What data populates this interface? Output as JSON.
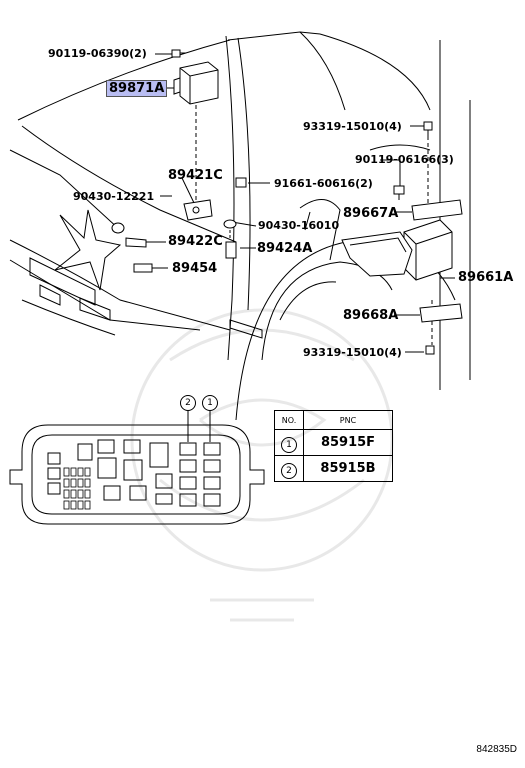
{
  "labels": {
    "p90119_06390": "90119-06390(2)",
    "p89871A": "89871A",
    "p93319_15010_top": "93319-15010(4)",
    "p90119_06166": "90119-06166(3)",
    "p89421C": "89421C",
    "p91661_60616": "91661-60616(2)",
    "p90430_12221": "90430-12221",
    "p89667A": "89667A",
    "p90430_16010": "90430-16010",
    "p89422C": "89422C",
    "p89424A": "89424A",
    "p89454": "89454",
    "p89661A": "89661A",
    "p89668A": "89668A",
    "p93319_15010_bottom": "93319-15010(4)"
  },
  "callouts": {
    "two": "2",
    "one": "1"
  },
  "table": {
    "header_no": "NO.",
    "header_pnc": "PNC",
    "rows": [
      {
        "no": "1",
        "pnc": "85915F"
      },
      {
        "no": "2",
        "pnc": "85915B"
      }
    ]
  },
  "diagram_id": "842835D",
  "colors": {
    "highlight": "#b9bdf2",
    "ink": "#000000",
    "watermark": "#e6e6e6"
  }
}
